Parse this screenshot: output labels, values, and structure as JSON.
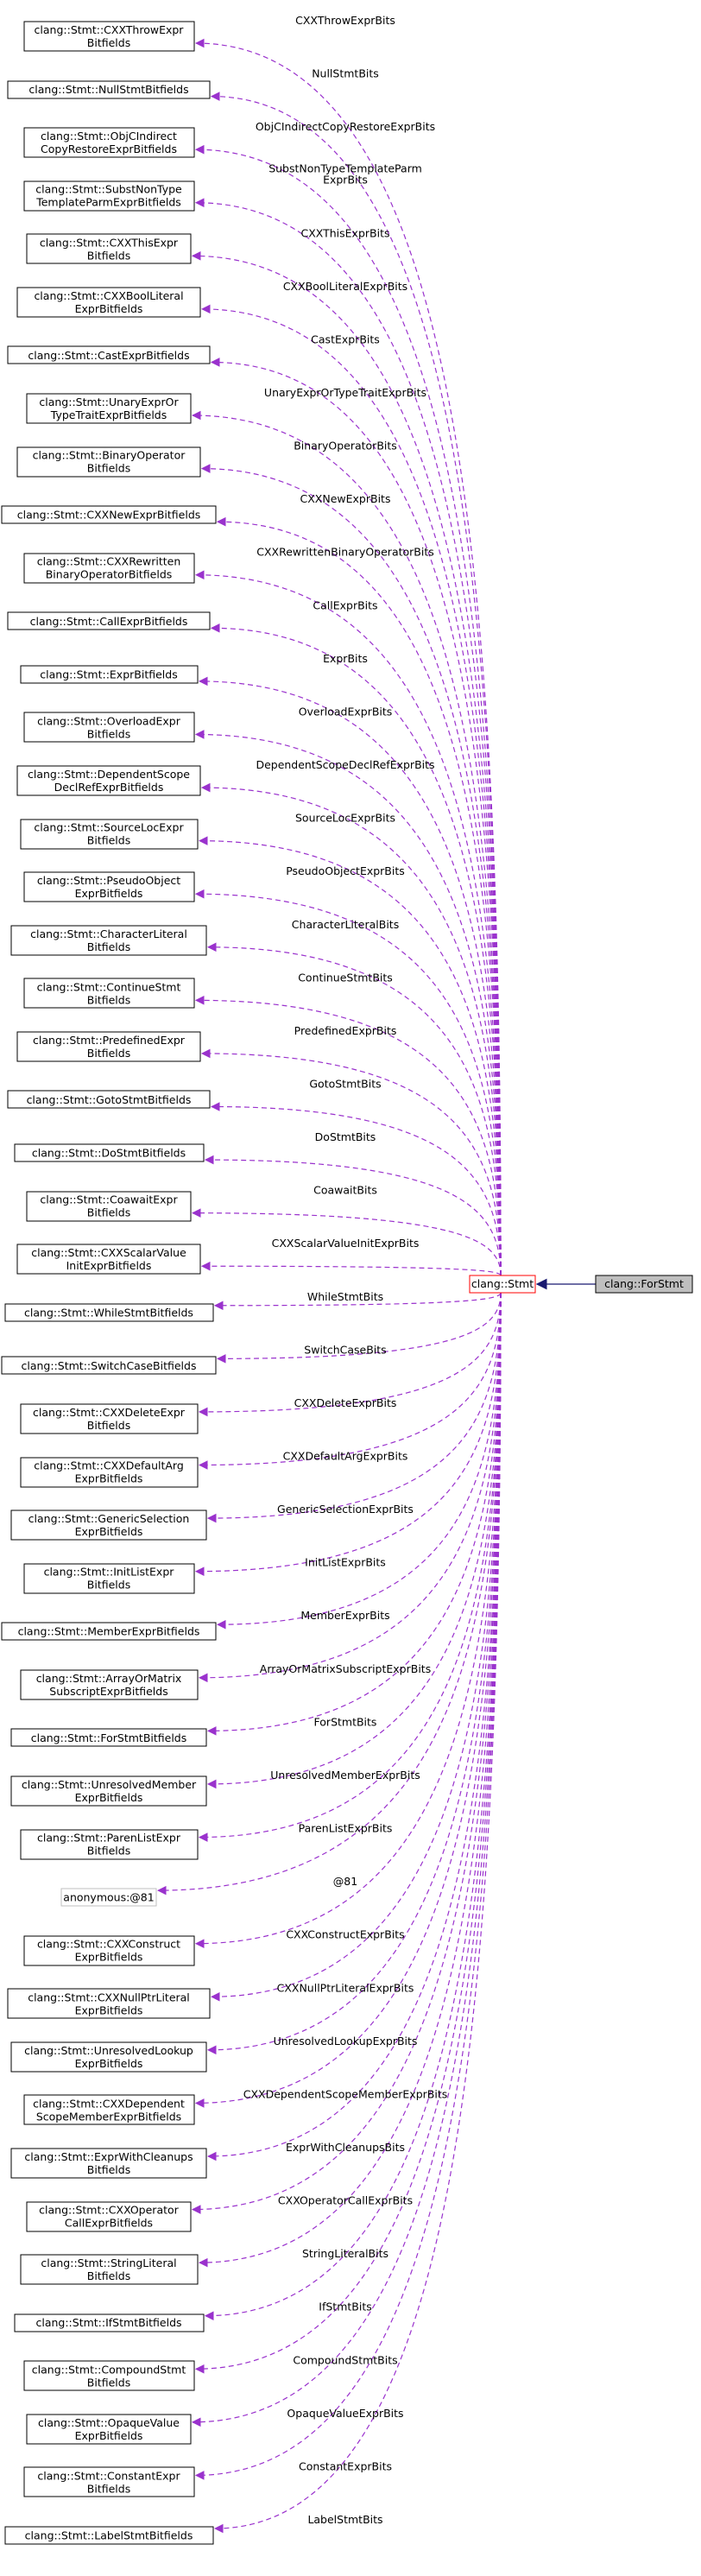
{
  "colors": {
    "edge": "#9a32cd",
    "node_border": "#000000",
    "node_border_grey": "#bfbfbf",
    "focus_border": "#ff0000",
    "selected_fill": "#bfbfbf",
    "inherit_edge": "#191970"
  },
  "graph": {
    "target": "clang::Stmt",
    "selected": "clang::ForStmt",
    "members": [
      {
        "lines": [
          "clang::Stmt::CXXThrowExpr",
          "Bitfields"
        ],
        "edge": "CXXThrowExprBits"
      },
      {
        "lines": [
          "clang::Stmt::NullStmtBitfields"
        ],
        "edge": "NullStmtBits"
      },
      {
        "lines": [
          "clang::Stmt::ObjCIndirect",
          "CopyRestoreExprBitfields"
        ],
        "edge": "ObjCIndirectCopyRestoreExprBits"
      },
      {
        "lines": [
          "clang::Stmt::SubstNonType",
          "TemplateParmExprBitfields"
        ],
        "edge": [
          "SubstNonTypeTemplateParm",
          "ExprBits"
        ]
      },
      {
        "lines": [
          "clang::Stmt::CXXThisExpr",
          "Bitfields"
        ],
        "edge": "CXXThisExprBits"
      },
      {
        "lines": [
          "clang::Stmt::CXXBoolLiteral",
          "ExprBitfields"
        ],
        "edge": "CXXBoolLiteralExprBits"
      },
      {
        "lines": [
          "clang::Stmt::CastExprBitfields"
        ],
        "edge": "CastExprBits"
      },
      {
        "lines": [
          "clang::Stmt::UnaryExprOr",
          "TypeTraitExprBitfields"
        ],
        "edge": "UnaryExprOrTypeTraitExprBits"
      },
      {
        "lines": [
          "clang::Stmt::BinaryOperator",
          "Bitfields"
        ],
        "edge": "BinaryOperatorBits"
      },
      {
        "lines": [
          "clang::Stmt::CXXNewExprBitfields"
        ],
        "edge": "CXXNewExprBits"
      },
      {
        "lines": [
          "clang::Stmt::CXXRewritten",
          "BinaryOperatorBitfields"
        ],
        "edge": "CXXRewrittenBinaryOperatorBits"
      },
      {
        "lines": [
          "clang::Stmt::CallExprBitfields"
        ],
        "edge": "CallExprBits"
      },
      {
        "lines": [
          "clang::Stmt::ExprBitfields"
        ],
        "edge": "ExprBits"
      },
      {
        "lines": [
          "clang::Stmt::OverloadExpr",
          "Bitfields"
        ],
        "edge": "OverloadExprBits"
      },
      {
        "lines": [
          "clang::Stmt::DependentScope",
          "DeclRefExprBitfields"
        ],
        "edge": "DependentScopeDeclRefExprBits"
      },
      {
        "lines": [
          "clang::Stmt::SourceLocExpr",
          "Bitfields"
        ],
        "edge": "SourceLocExprBits"
      },
      {
        "lines": [
          "clang::Stmt::PseudoObject",
          "ExprBitfields"
        ],
        "edge": "PseudoObjectExprBits"
      },
      {
        "lines": [
          "clang::Stmt::CharacterLiteral",
          "Bitfields"
        ],
        "edge": "CharacterLiteralBits"
      },
      {
        "lines": [
          "clang::Stmt::ContinueStmt",
          "Bitfields"
        ],
        "edge": "ContinueStmtBits"
      },
      {
        "lines": [
          "clang::Stmt::PredefinedExpr",
          "Bitfields"
        ],
        "edge": "PredefinedExprBits"
      },
      {
        "lines": [
          "clang::Stmt::GotoStmtBitfields"
        ],
        "edge": "GotoStmtBits"
      },
      {
        "lines": [
          "clang::Stmt::DoStmtBitfields"
        ],
        "edge": "DoStmtBits"
      },
      {
        "lines": [
          "clang::Stmt::CoawaitExpr",
          "Bitfields"
        ],
        "edge": "CoawaitBits"
      },
      {
        "lines": [
          "clang::Stmt::CXXScalarValue",
          "InitExprBitfields"
        ],
        "edge": "CXXScalarValueInitExprBits"
      },
      {
        "lines": [
          "clang::Stmt::WhileStmtBitfields"
        ],
        "edge": "WhileStmtBits"
      },
      {
        "lines": [
          "clang::Stmt::SwitchCaseBitfields"
        ],
        "edge": "SwitchCaseBits"
      },
      {
        "lines": [
          "clang::Stmt::CXXDeleteExpr",
          "Bitfields"
        ],
        "edge": "CXXDeleteExprBits"
      },
      {
        "lines": [
          "clang::Stmt::CXXDefaultArg",
          "ExprBitfields"
        ],
        "edge": "CXXDefaultArgExprBits"
      },
      {
        "lines": [
          "clang::Stmt::GenericSelection",
          "ExprBitfields"
        ],
        "edge": "GenericSelectionExprBits"
      },
      {
        "lines": [
          "clang::Stmt::InitListExpr",
          "Bitfields"
        ],
        "edge": "InitListExprBits"
      },
      {
        "lines": [
          "clang::Stmt::MemberExprBitfields"
        ],
        "edge": "MemberExprBits"
      },
      {
        "lines": [
          "clang::Stmt::ArrayOrMatrix",
          "SubscriptExprBitfields"
        ],
        "edge": "ArrayOrMatrixSubscriptExprBits"
      },
      {
        "lines": [
          "clang::Stmt::ForStmtBitfields"
        ],
        "edge": "ForStmtBits"
      },
      {
        "lines": [
          "clang::Stmt::UnresolvedMember",
          "ExprBitfields"
        ],
        "edge": "UnresolvedMemberExprBits"
      },
      {
        "lines": [
          "clang::Stmt::ParenListExpr",
          "Bitfields"
        ],
        "edge": "ParenListExprBits"
      },
      {
        "lines": [
          "anonymous:@81"
        ],
        "edge": "@81",
        "grey": true
      },
      {
        "lines": [
          "clang::Stmt::CXXConstruct",
          "ExprBitfields"
        ],
        "edge": "CXXConstructExprBits"
      },
      {
        "lines": [
          "clang::Stmt::CXXNullPtrLiteral",
          "ExprBitfields"
        ],
        "edge": "CXXNullPtrLiteralExprBits"
      },
      {
        "lines": [
          "clang::Stmt::UnresolvedLookup",
          "ExprBitfields"
        ],
        "edge": "UnresolvedLookupExprBits"
      },
      {
        "lines": [
          "clang::Stmt::CXXDependent",
          "ScopeMemberExprBitfields"
        ],
        "edge": "CXXDependentScopeMemberExprBits"
      },
      {
        "lines": [
          "clang::Stmt::ExprWithCleanups",
          "Bitfields"
        ],
        "edge": "ExprWithCleanupsBits"
      },
      {
        "lines": [
          "clang::Stmt::CXXOperator",
          "CallExprBitfields"
        ],
        "edge": "CXXOperatorCallExprBits"
      },
      {
        "lines": [
          "clang::Stmt::StringLiteral",
          "Bitfields"
        ],
        "edge": "StringLiteralBits"
      },
      {
        "lines": [
          "clang::Stmt::IfStmtBitfields"
        ],
        "edge": "IfStmtBits"
      },
      {
        "lines": [
          "clang::Stmt::CompoundStmt",
          "Bitfields"
        ],
        "edge": "CompoundStmtBits"
      },
      {
        "lines": [
          "clang::Stmt::OpaqueValue",
          "ExprBitfields"
        ],
        "edge": "OpaqueValueExprBits"
      },
      {
        "lines": [
          "clang::Stmt::ConstantExpr",
          "Bitfields"
        ],
        "edge": "ConstantExprBits"
      },
      {
        "lines": [
          "clang::Stmt::LabelStmtBitfields"
        ],
        "edge": "LabelStmtBits"
      }
    ]
  }
}
